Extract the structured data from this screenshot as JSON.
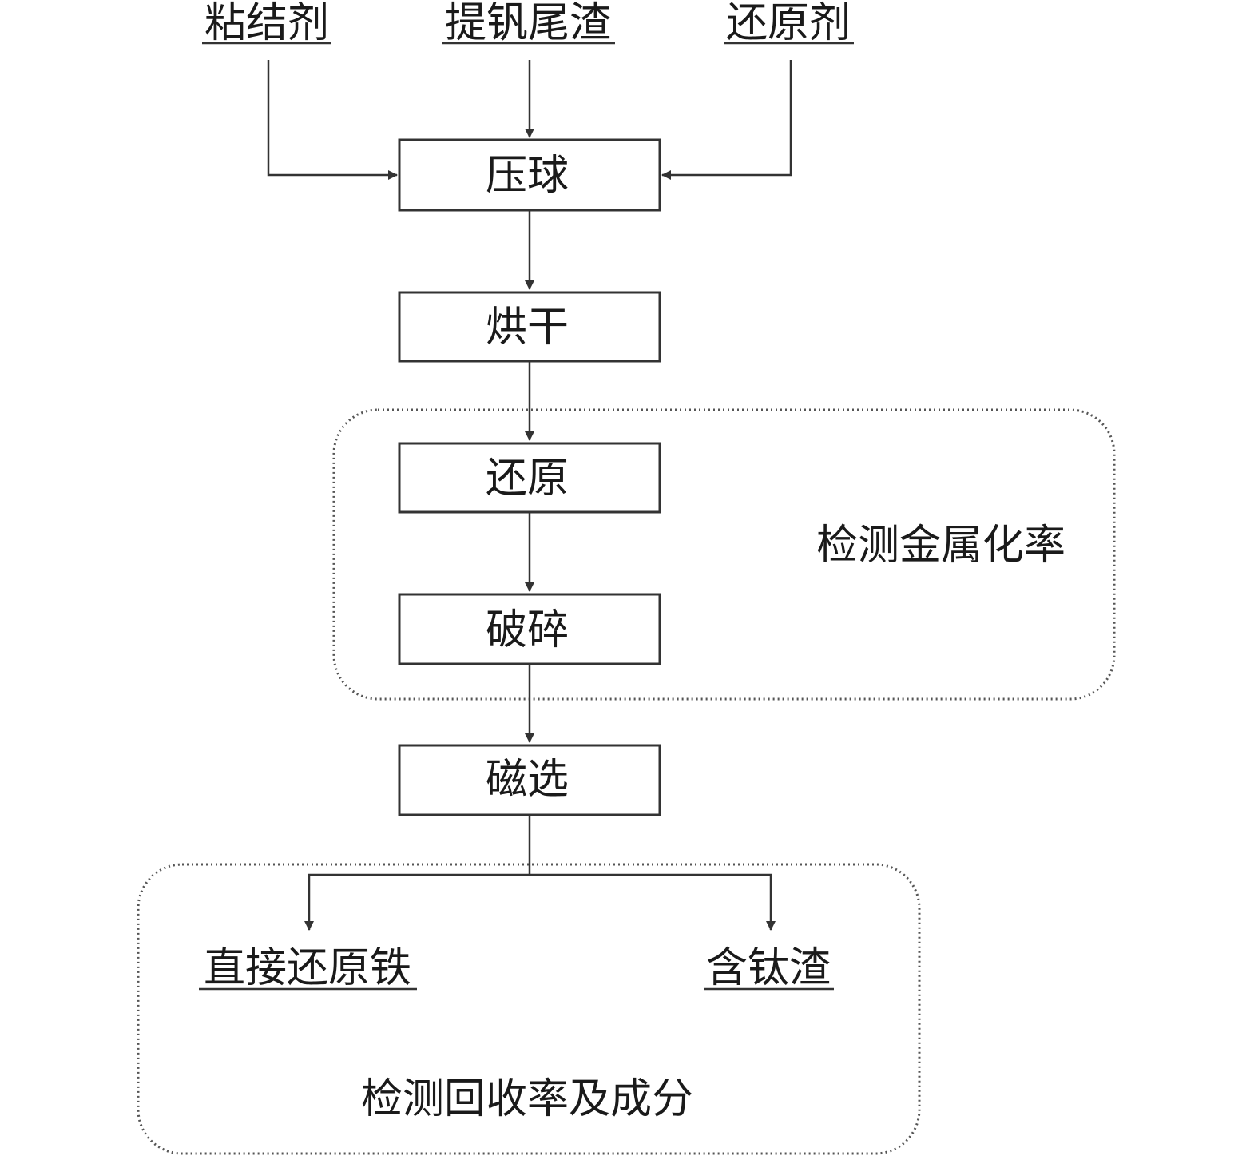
{
  "inputs": {
    "binder": "粘结剂",
    "vanadium_tailings": "提钒尾渣",
    "reductant": "还原剂"
  },
  "steps": {
    "briquetting": "压球",
    "drying": "烘干",
    "reduction": "还原",
    "crushing": "破碎",
    "magnetic_separation": "磁选"
  },
  "outputs": {
    "dri": "直接还原铁",
    "ti_slag": "含钛渣"
  },
  "groups": {
    "metallization": "检测金属化率",
    "recovery": "检测回收率及成分"
  }
}
